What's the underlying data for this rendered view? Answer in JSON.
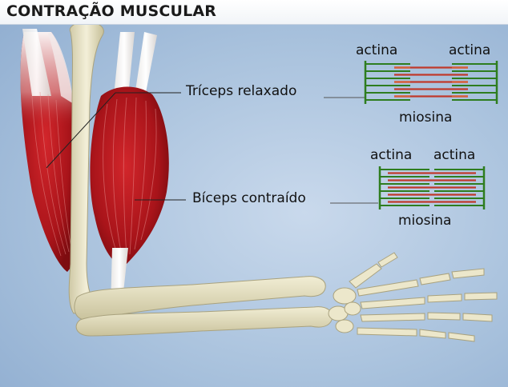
{
  "title": "CONTRAÇÃO MUSCULAR",
  "labels": {
    "triceps": "Tríceps relaxado",
    "biceps": "Bíceps contraído"
  },
  "sarcomere_relaxed": {
    "actin_left": "actina",
    "actin_right": "actina",
    "myosin": "miosina"
  },
  "sarcomere_contracted": {
    "actin_left": "actina",
    "actin_right": "actina",
    "myosin": "miosina"
  },
  "colors": {
    "muscle": "#b5161c",
    "bone": "#e9e4c4",
    "actin": "#2e7d1f",
    "myosin": "#c0392b",
    "background": "#a9c2dd"
  }
}
